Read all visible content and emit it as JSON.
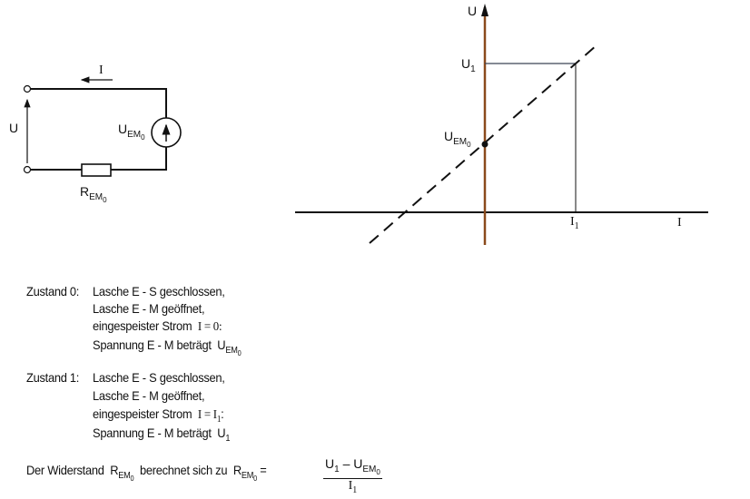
{
  "circuit": {
    "current_label": "I",
    "voltage_label": "U",
    "source_label": "U",
    "source_sub": "EM",
    "source_subsub": "0",
    "resistor_label": "R",
    "resistor_sub": "EM",
    "resistor_subsub": "0"
  },
  "graph": {
    "y_axis_label": "U",
    "x_axis_label": "I",
    "u1_label": "U",
    "u1_sub": "1",
    "uem_label": "U",
    "uem_sub": "EM",
    "uem_subsub": "0",
    "i1_label": "I",
    "i1_sub": "1",
    "axis_color": "#8a4a1c"
  },
  "text": {
    "state0_title": "Zustand 0:",
    "state0_lines": [
      "Lasche E - S geschlossen,",
      "Lasche E - M geöffnet,",
      "eingespeister Strom",
      "Spannung E - M beträgt"
    ],
    "state0_current": "I = 0:",
    "state0_voltage": "U",
    "state0_voltage_sub": "EM",
    "state0_voltage_subsub": "0",
    "state1_title": "Zustand 1:",
    "state1_lines": [
      "Lasche E - S geschlossen,",
      "Lasche E - M geöffnet,",
      "eingespeister Strom",
      "Spannung E - M beträgt"
    ],
    "state1_current": "I = I",
    "state1_current_sub": "1",
    "state1_current_end": ":",
    "state1_voltage": "U",
    "state1_voltage_sub": "1",
    "formula_intro": "Der Widerstand",
    "formula_mid": "berechnet sich zu",
    "r": "R",
    "r_sub": "EM",
    "r_subsub": "0",
    "equals": "=",
    "num_u1": "U",
    "num_u1_sub": "1",
    "num_minus": " – U",
    "num_uem_sub": "EM",
    "num_uem_subsub": "0",
    "den": "I",
    "den_sub": "1"
  }
}
